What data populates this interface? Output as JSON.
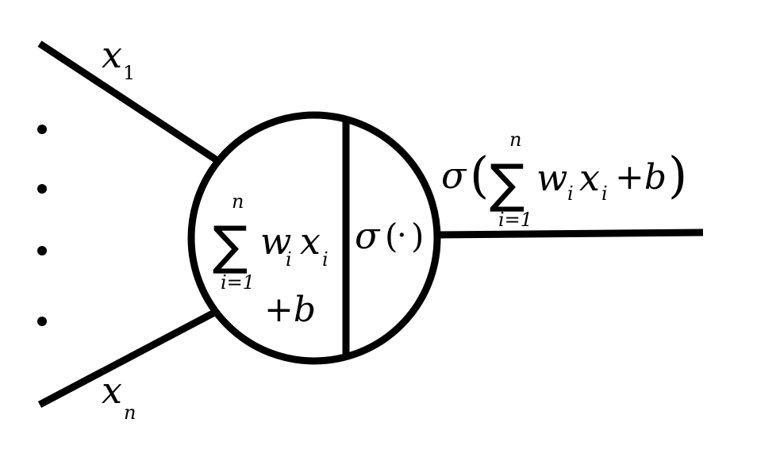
{
  "inputs": {
    "first_var": "x",
    "first_sub": "1",
    "last_var": "x",
    "last_sub": "n"
  },
  "sum_block": {
    "sigma": "∑",
    "upper": "n",
    "lower": "i=1",
    "w": "w",
    "w_sub": "i",
    "x": "x",
    "x_sub": "i",
    "bias": "+b"
  },
  "activation": {
    "sigma": "σ",
    "lparen": "(",
    "dot": "·",
    "rparen": ")"
  },
  "output": {
    "sigma": "σ",
    "lparen": "(",
    "sum": "∑",
    "upper": "n",
    "lower": "i=1",
    "w": "w",
    "w_sub": "i",
    "x": "x",
    "x_sub": "i",
    "plus_b": "+b",
    "rparen": ")"
  },
  "colors": {
    "stroke": "#000000",
    "background": "#ffffff"
  }
}
